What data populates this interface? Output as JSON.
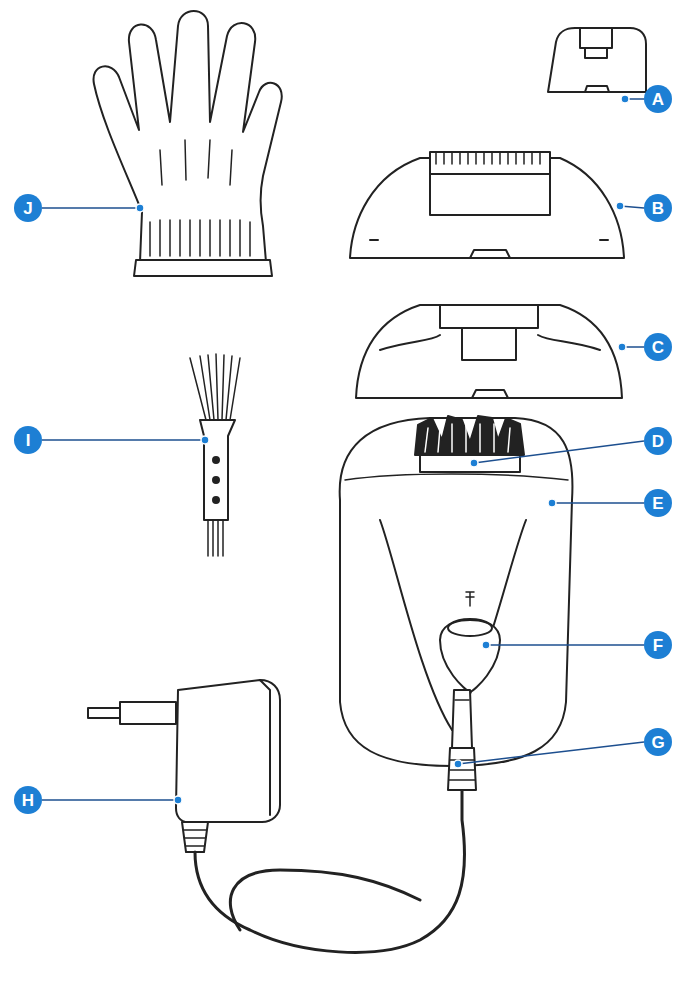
{
  "diagram": {
    "nodes": [
      {
        "text": [
          "A"
        ]
      },
      {
        "text": [
          "J"
        ]
      },
      {
        "text": [
          "B"
        ]
      },
      {
        "text": [
          "C"
        ]
      },
      {
        "text": [
          "I"
        ]
      },
      {
        "text": [
          "D"
        ]
      },
      {
        "text": [
          "E"
        ]
      },
      {
        "text": [
          "F"
        ]
      },
      {
        "text": [
          "G"
        ]
      },
      {
        "text": [
          "H"
        ]
      }
    ]
  }
}
